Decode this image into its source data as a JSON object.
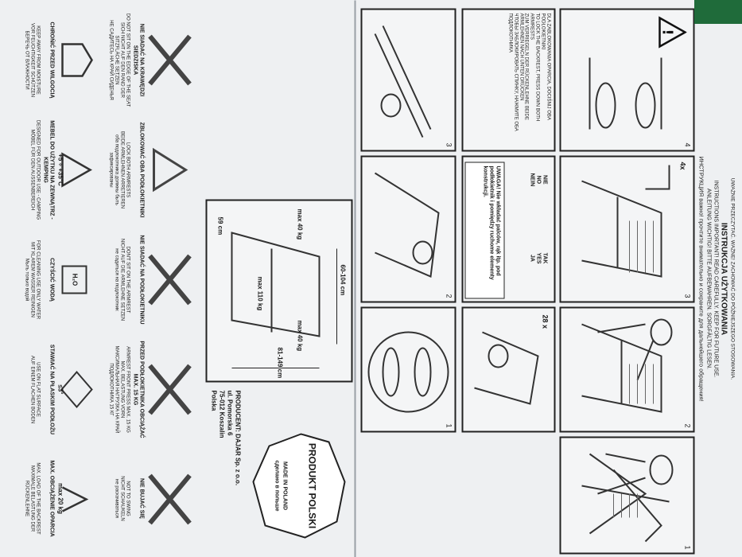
{
  "title": {
    "main": "INSTRUKCJA UŻYTKOWANIA",
    "lines": [
      "UWAŻNIE PRZECZYTAĆ. WAŻNE! ZACHOWAĆ DO PÓŹNIEJSZEGO STOSOWANIA.",
      "INSTRUCTIONS IMPORTANT! READ CAREFULLY. KEEP FOR FUTURE USE.",
      "ANLEITUNG WICHTIG! BITTE AUFBEWAHREN. SORGFÄLTIG LESEN.",
      "ИНСТРУКЦИЯ важно! прочтите внимательно и сохраните для дальнейшего обращения!"
    ]
  },
  "steps_top": [
    "1",
    "2",
    "3",
    "4"
  ],
  "steps_bottom": [
    "1",
    "2",
    "3"
  ],
  "counter_28x": "28 x",
  "counter_4x": "4x",
  "yes_label": "TAK\nYES\nJA",
  "no_label": "NIE\nNO\nNEIN",
  "warning_text": "UWAGA! Nie wkładać palców, rąk itp. pod podłokietnik i pomiędzy ruchome elementy konstrukcji.",
  "lock_text": "DLA ZABLOKOWANIA OPARCIA, DOCIŚNIJ OBA PODŁOKIETNIKI\nTO LOCK THE BACKREST, PRESS DOWN BOTH ARMRESTS\nZUM VERRIEGELN DER RÜCKENLEHNE BEIDE ARMLEHNEN NACH UNTEN DRÜCKEN\nЧТОБЫ ЗАБЛОКИРОВАТЬ СПИНКУ, НАЖМИТЕ ОБА ПОДЛОКОТНИКА",
  "product_badge": {
    "title": "PRODUKT POLSKI",
    "line1": "MADE IN POLAND",
    "line2": "сделано в польше"
  },
  "producer": {
    "name": "PRODUCENT: DAJAR Sp. z o.o.",
    "street": "ul. Pomorska 6",
    "city": "75-012 Koszalin",
    "country": "Polska"
  },
  "dims": {
    "width": "60-104 cm",
    "height": "81-149 cm",
    "depth": "59 cm",
    "seat_load": "max 110 kg",
    "arm_load_left": "max 40 kg",
    "arm_load_right": "max 40 kg"
  },
  "rules": [
    {
      "title": "NIE SIADAĆ NA KRAWĘDZI SIEDZISKA",
      "text": "DO NOT SIT ON THE EDGE OF THE SEAT\nSICH NICHT AUF DEN RAND DER SITZFLÄCHE SETZEN\nНЕ САДИТЕСЬ НА КРАЙ СИДЕНЬЯ"
    },
    {
      "title": "ZBLOKOWAĆ OBA PODŁOKIETNIKI",
      "text": "LOCK BOTH ARMRESTS\nBEIDE ARMLEHNEN ARRETIEREN\nоба подлокотника должны быть зафиксированы"
    },
    {
      "title": "NIE SIADAĆ NA PODŁOKIETNIKU",
      "text": "DON'T SIT ON THE ARMREST\nNICHT AUF DIE ARMLEHNE SETZEN\nне садиться на подлокотник"
    },
    {
      "title": "PRZED PODŁOKIETNIKA OBCIĄŻAĆ MAX. 15 KG",
      "text": "ARMREST FRONT PRESS MAX. 15 KG\nMAX. BELASTUNG VORN\nМАКСИМАЛЬНАЯ НАГРУЗКА НА КРАЙ ПОДЛОКОТНИКА 15 КГ"
    },
    {
      "title": "NIE BUJAĆ SIĘ",
      "text": "NOT TO SWING\nNICHT SCHAUKELN\nне раскачиваться"
    }
  ],
  "care": [
    {
      "title": "CHROŃIĆ PRZED WILGOCIĄ",
      "text": "KEEP AWAY FROM MOISTURE\nVOR FEUCHTIGKEIT SCHÜTZEN\nБЕРЕЧЬ ОТ ВЛАЖНОСТИ"
    },
    {
      "title": "MEBEL DO UŻYTKU NA ZEWNĄTRZ - KEMPING",
      "text": "DESIGNED FOR OUTDOOR USE - CAMPING\nMÖBEL FÜR DEN AUSSENBEREICH"
    },
    {
      "title": "CZYŚCIĆ WODĄ",
      "text": "FOR CLEANING USE ONLY WATER\nMIT KLAREM WASSER REINIGEN\nМыть только водой"
    },
    {
      "title": "STAWIAĆ NA PŁASKIM PODŁOŻU",
      "text": "USE ON FLAT SURFACE\nAUF EINEM FLACHEN BODEN"
    },
    {
      "title": "MAX. OBCIĄŻENIE OPARCIA",
      "text": "MAX. LOAD OF THE BACKREST\nMAXIMALE BELASTUNG DER RÜCKENLEHNE"
    }
  ],
  "temp": "+5 ÷ +35°C",
  "tilt": "≤3°",
  "backrest_max": "max 20 kg",
  "water_icon_text": "H₂O"
}
